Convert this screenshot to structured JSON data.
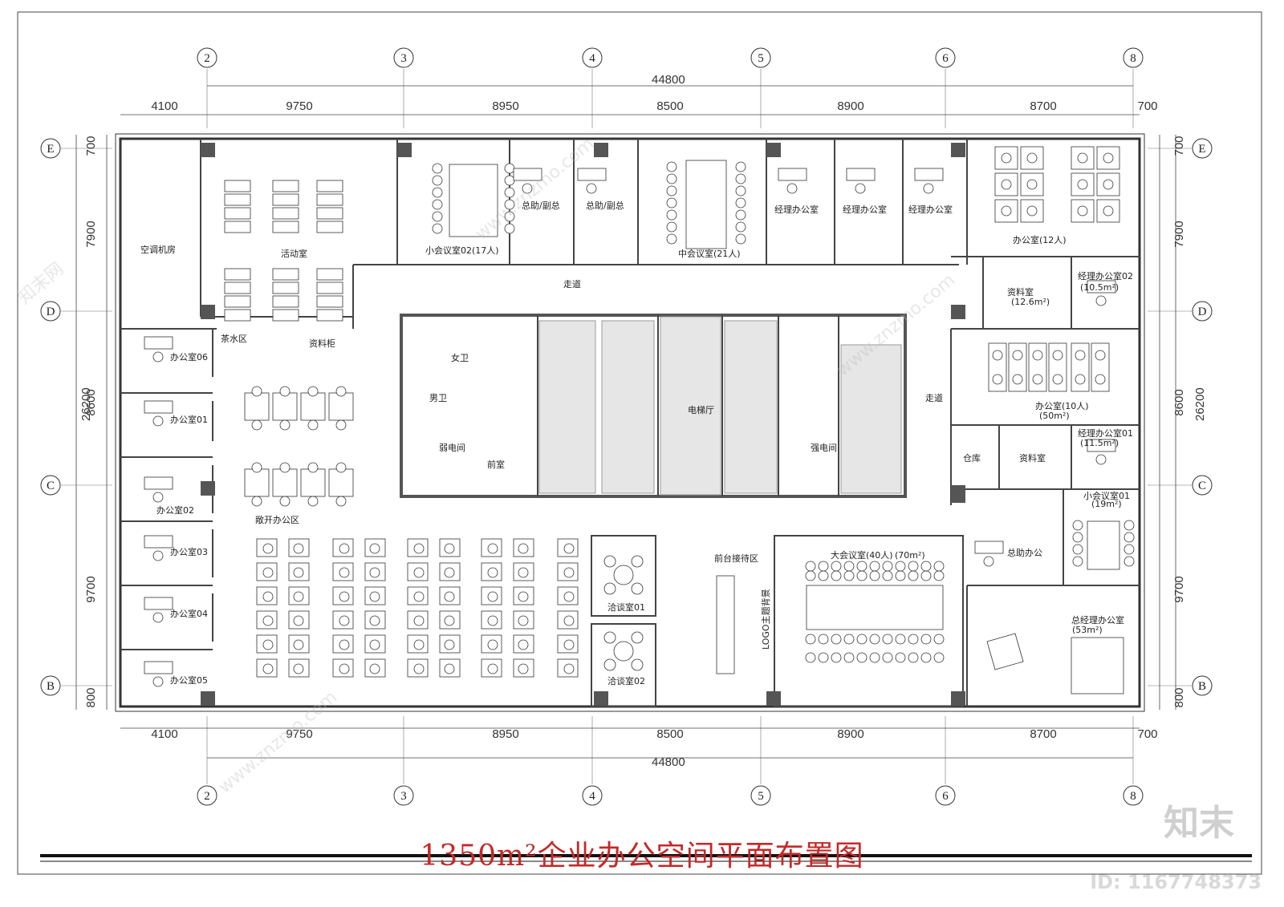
{
  "title": "1350m²企业办公空间平面布置图",
  "watermark": {
    "logo": "知末",
    "id": "ID: 1167748373",
    "site": "www.znzmo.com",
    "cn": "知末网"
  },
  "axes": {
    "columns": [
      "2",
      "3",
      "4",
      "5",
      "6",
      "8"
    ],
    "rows": [
      "E",
      "D",
      "C",
      "B"
    ]
  },
  "dims": {
    "total": "44800",
    "top_spans": [
      "4100",
      "9750",
      "8950",
      "8500",
      "8900",
      "8700",
      "700"
    ],
    "bottom_spans": [
      "4100",
      "9750",
      "8950",
      "8500",
      "8900",
      "8700",
      "700"
    ],
    "left_total": "26200",
    "right_total": "26200",
    "left_spans": [
      "700",
      "7900",
      "8600",
      "9700",
      "800"
    ],
    "right_spans": [
      "700",
      "7900",
      "8600",
      "9700",
      "800"
    ]
  },
  "rooms": {
    "hvac": "空调机房",
    "activity": "活动室",
    "small_meeting02": "小会议室02(17人)",
    "asst_gm1": "总助/副总",
    "asst_gm2": "总助/副总",
    "mid_meeting": "中会议室(21人)",
    "mgr1": "经理办公室",
    "mgr2": "经理办公室",
    "mgr3": "经理办公室",
    "office12": "办公室(12人)",
    "corridor_top": "走道",
    "archive1": "资料室",
    "archive1_area": "(12.6m²)",
    "mgr_office02": "经理办公室02",
    "mgr_office02_area": "(10.5m²)",
    "tea": "茶水区",
    "supply": "资料柜",
    "office06": "办公室06",
    "office01": "办公室01",
    "office02": "办公室02",
    "office03": "办公室03",
    "office04": "办公室04",
    "office05": "办公室05",
    "open_office": "敞开办公区",
    "female_wc": "女卫",
    "male_wc": "男卫",
    "front_room": "前室",
    "elevator_hall": "电梯厅",
    "strong_elec": "强电间",
    "weak_elec": "弱电间",
    "corridor_right": "走道",
    "office10": "办公室(10人)",
    "office10_area": "(50m²)",
    "mgr_office01": "经理办公室01",
    "mgr_office01_area": "(11.5m²)",
    "storage": "仓库",
    "archive2": "资料室",
    "small_meeting01": "小会议室01",
    "small_meeting01_area": "(19m²)",
    "nego01": "洽谈室01",
    "nego02": "洽谈室02",
    "reception": "前台接待区",
    "logo_wall": "LOGO主题背景",
    "big_meeting": "大会议室(40人)",
    "big_meeting_area": "(70m²)",
    "asst_office": "总助办公",
    "gm_office": "总经理办公室",
    "gm_office_area": "(53m²)"
  }
}
